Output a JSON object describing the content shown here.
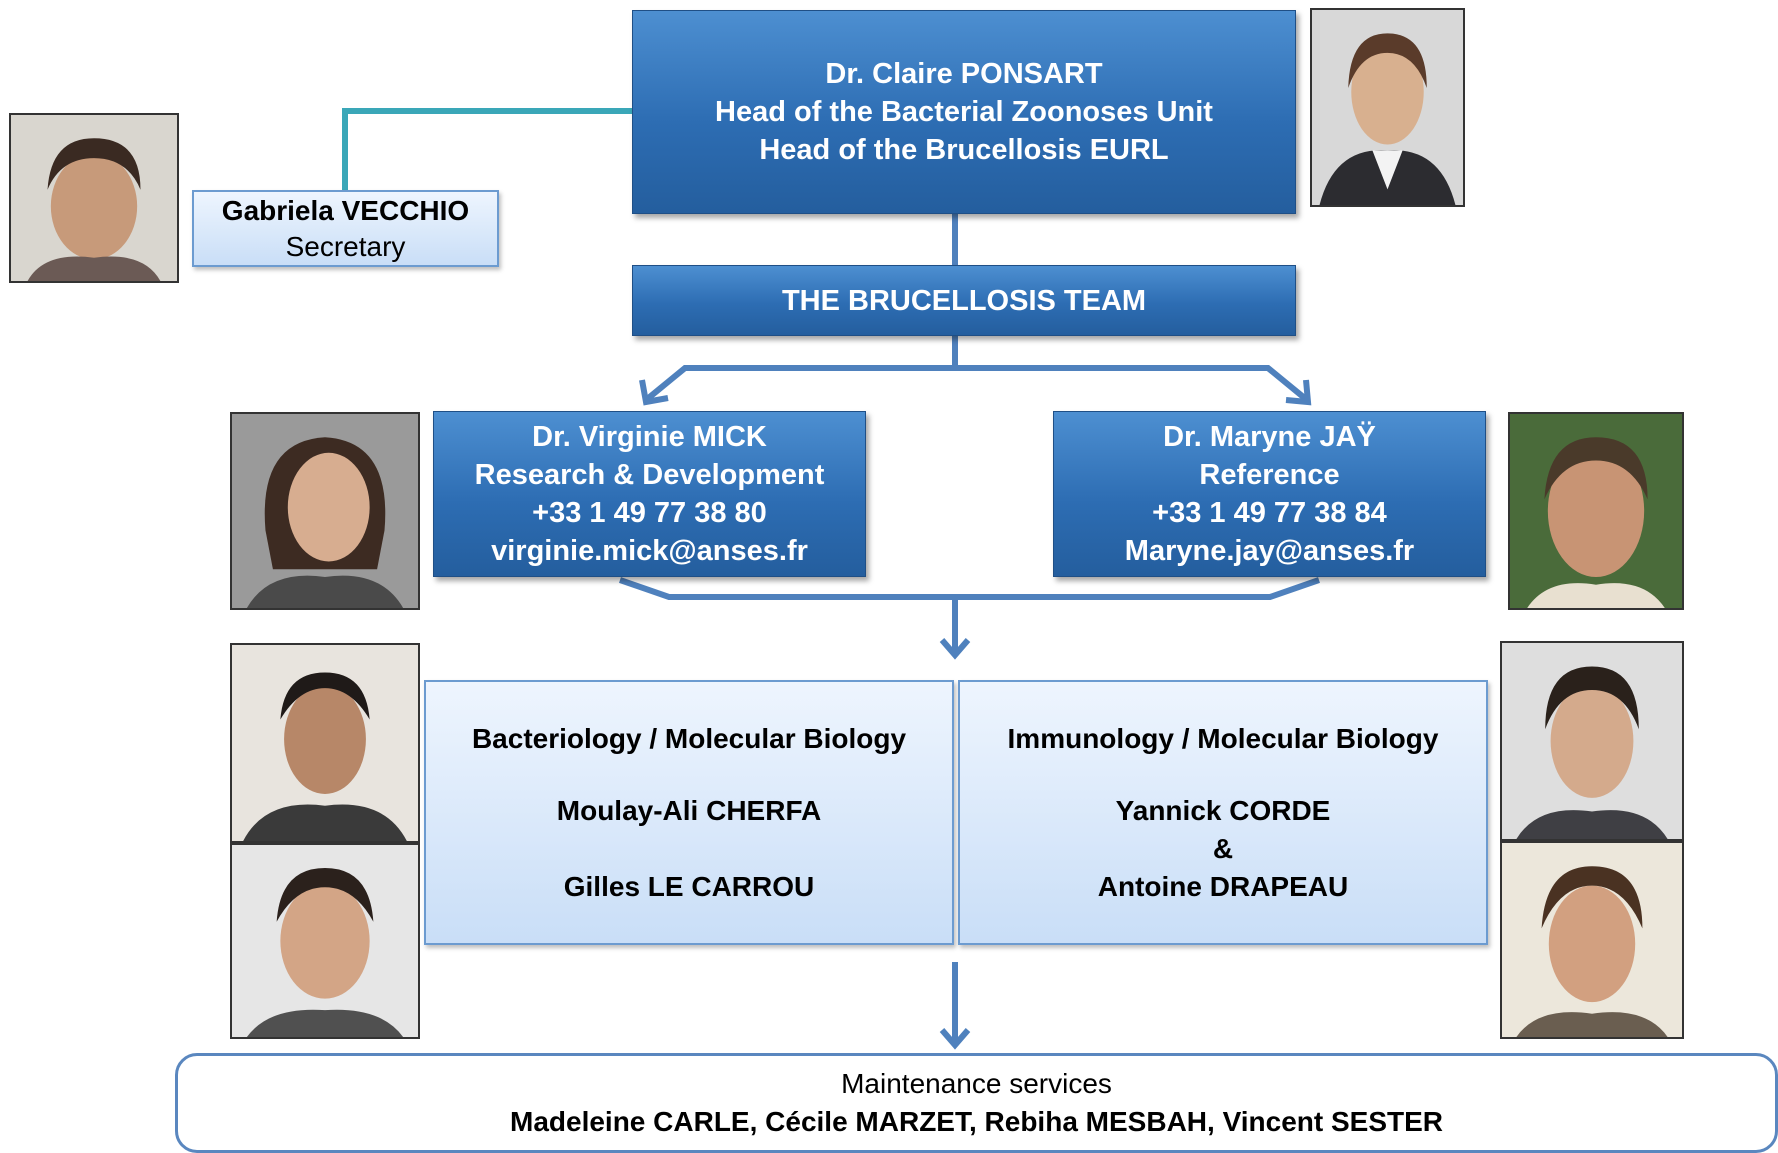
{
  "head": {
    "line1": "Dr. Claire PONSART",
    "line2": "Head of the  Bacterial Zoonoses Unit",
    "line3": "Head of the Brucellosis EURL"
  },
  "secretary": {
    "name": "Gabriela VECCHIO",
    "role": "Secretary"
  },
  "team": {
    "title": "THE BRUCELLOSIS TEAM"
  },
  "rd": {
    "name": "Dr. Virginie MICK",
    "role": "Research & Development",
    "phone": "+33 1 49 77 38 80",
    "email": "virginie.mick@anses.fr"
  },
  "ref": {
    "name": "Dr. Maryne JAŸ",
    "role": "Reference",
    "phone": "+33 1 49 77 38 84",
    "email": "Maryne.jay@anses.fr"
  },
  "bact": {
    "title": "Bacteriology / Molecular Biology",
    "member1": "Moulay-Ali CHERFA",
    "member2": "Gilles LE CARROU"
  },
  "immuno": {
    "title": "Immunology / Molecular Biology",
    "member1": "Yannick CORDE",
    "and": "&",
    "member2": "Antoine DRAPEAU"
  },
  "maintenance": {
    "title": "Maintenance services",
    "names": "Madeleine CARLE, Cécile MARZET,  Rebiha MESBAH, Vincent SESTER"
  },
  "colors": {
    "box_blue": "#2d6db3",
    "box_light": "#c9def7",
    "connector": "#4f81bd",
    "secretary_line": "#3aa7b8"
  }
}
